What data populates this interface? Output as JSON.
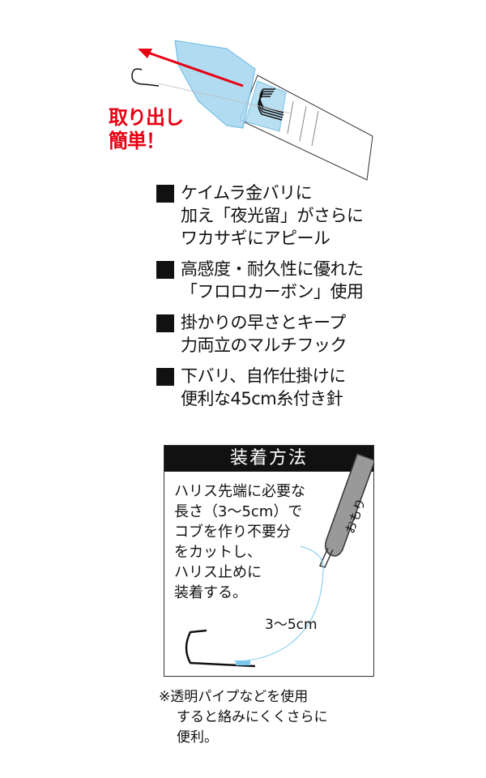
{
  "promo": {
    "line1": "取り出し",
    "line2": "簡単！"
  },
  "features": [
    {
      "lines": [
        "ケイムラ金バリに",
        "加え「夜光留」がさらに",
        "ワカサギにアピール"
      ]
    },
    {
      "lines": [
        "高感度・耐久性に優れた",
        "「フロロカーボン」使用"
      ]
    },
    {
      "lines": [
        "掛かりの早さとキープ",
        "力両立のマルチフック"
      ]
    },
    {
      "lines": [
        "下バリ、自作仕掛けに",
        "便利な45cm糸付き針"
      ]
    }
  ],
  "howto": {
    "title": "装着方法",
    "lines": [
      "ハリス先端に必要な",
      "長さ（3〜5cm）で",
      "コブを作り不要分",
      "をカットし、",
      "ハリス止めに",
      "装着する。"
    ],
    "length_label": "3〜5cm",
    "sinker_label": "おもり"
  },
  "note": {
    "lines": [
      "※透明パイプなどを使用",
      "すると絡みにくくさらに",
      "便利。"
    ]
  },
  "colors": {
    "accent_red": "#e60012",
    "sleeve_blue": "#a8d8f0",
    "line_blue": "#7cc8ec"
  }
}
